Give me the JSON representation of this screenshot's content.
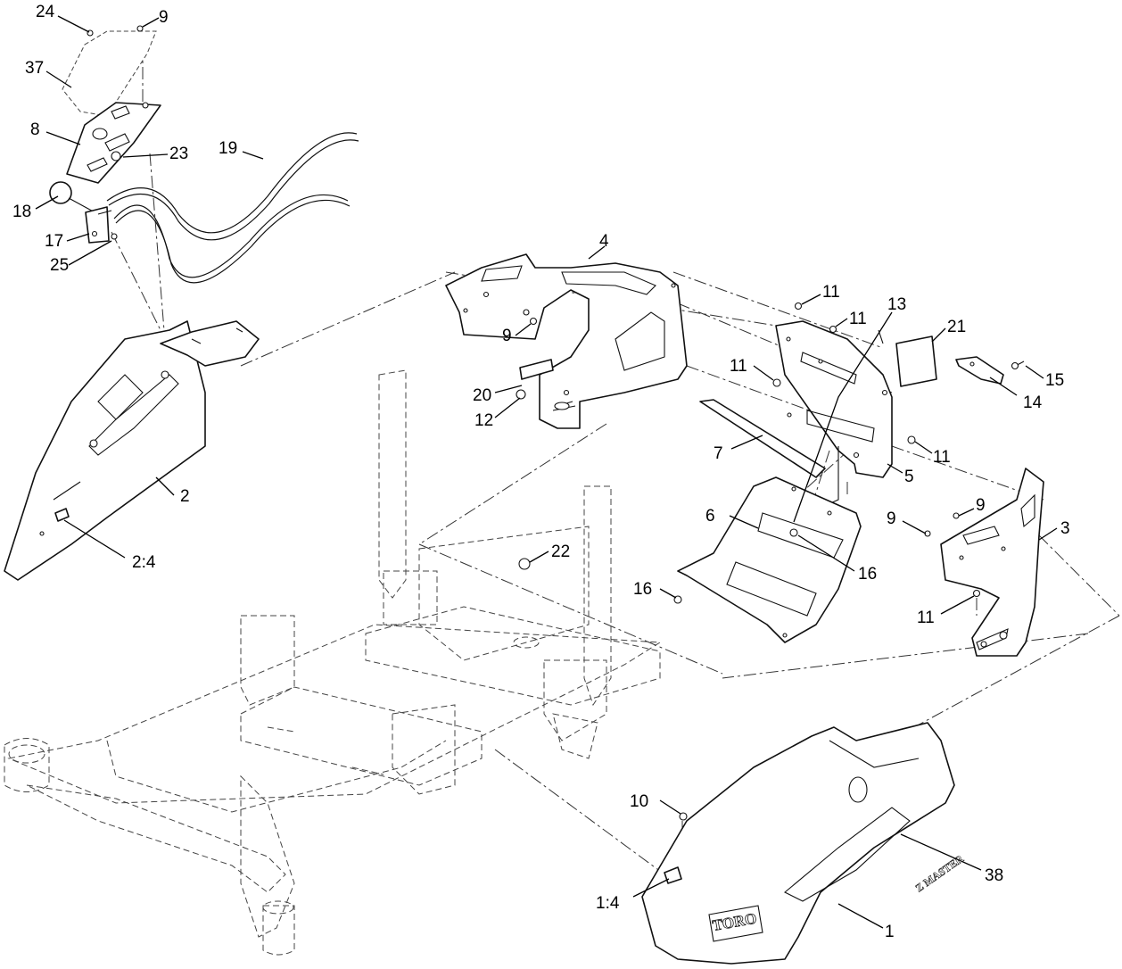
{
  "callouts": [
    {
      "id": "c24",
      "label": "24"
    },
    {
      "id": "c9a",
      "label": "9"
    },
    {
      "id": "c37",
      "label": "37"
    },
    {
      "id": "c8",
      "label": "8"
    },
    {
      "id": "c23",
      "label": "23"
    },
    {
      "id": "c19",
      "label": "19"
    },
    {
      "id": "c18",
      "label": "18"
    },
    {
      "id": "c17",
      "label": "17"
    },
    {
      "id": "c25",
      "label": "25"
    },
    {
      "id": "c4",
      "label": "4"
    },
    {
      "id": "c9b",
      "label": "9"
    },
    {
      "id": "c11a",
      "label": "11"
    },
    {
      "id": "c11b",
      "label": "11"
    },
    {
      "id": "c13",
      "label": "13"
    },
    {
      "id": "c21",
      "label": "21"
    },
    {
      "id": "c11c",
      "label": "11"
    },
    {
      "id": "c15",
      "label": "15"
    },
    {
      "id": "c14",
      "label": "14"
    },
    {
      "id": "c20",
      "label": "20"
    },
    {
      "id": "c12",
      "label": "12"
    },
    {
      "id": "c7",
      "label": "7"
    },
    {
      "id": "c11d",
      "label": "11"
    },
    {
      "id": "c5",
      "label": "5"
    },
    {
      "id": "c2",
      "label": "2"
    },
    {
      "id": "c6",
      "label": "6"
    },
    {
      "id": "c9c",
      "label": "9"
    },
    {
      "id": "c9d",
      "label": "9"
    },
    {
      "id": "c3",
      "label": "3"
    },
    {
      "id": "c22",
      "label": "22"
    },
    {
      "id": "c16a",
      "label": "16"
    },
    {
      "id": "c2-4",
      "label": "2:4"
    },
    {
      "id": "c16b",
      "label": "16"
    },
    {
      "id": "c11e",
      "label": "11"
    },
    {
      "id": "c10",
      "label": "10"
    },
    {
      "id": "c38",
      "label": "38"
    },
    {
      "id": "c1-4",
      "label": "1:4"
    },
    {
      "id": "c1",
      "label": "1"
    }
  ],
  "labels": {
    "logo": "TORO",
    "decal": "Z MASTER"
  }
}
